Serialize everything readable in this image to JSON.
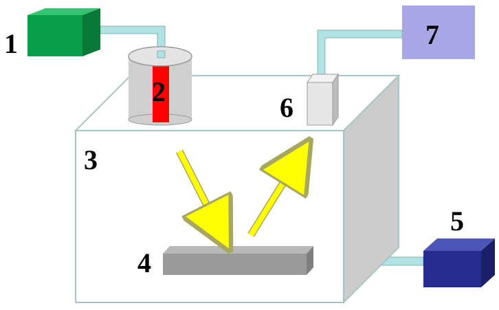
{
  "colors": {
    "box1": "#0a9e4a",
    "box1_top": "#35c46f",
    "box1_side": "#077a39",
    "lamp_body": "#cfcfcf",
    "lamp_stripe": "#ff0000",
    "chamber_front": "#ffffff",
    "chamber_side": "#cccccc",
    "chamber_edge": "#a9c4c4",
    "sample": "#9a9a9a",
    "sample_top": "#b8b8b8",
    "sample_side": "#7f7f7f",
    "beam": "#ffff00",
    "beam_edge": "#a7a760",
    "detector": "#e6e6e6",
    "detector_side": "#bdbdbd",
    "box5": "#272d8f",
    "box5_top": "#4d55b8",
    "box5_side": "#1a1f6b",
    "box7": "#a8a7e6",
    "pipe": "#b0e2e2",
    "pipe_edge": "#7fb3b3"
  },
  "labels": {
    "n1": "1",
    "n2": "2",
    "n3": "3",
    "n4": "4",
    "n5": "5",
    "n6": "6",
    "n7": "7"
  }
}
